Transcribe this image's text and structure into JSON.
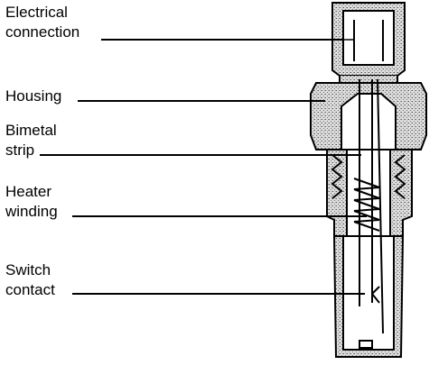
{
  "labels": {
    "electrical_connection": [
      "Electrical",
      "connection"
    ],
    "housing": [
      "Housing"
    ],
    "bimetal_strip": [
      "Bimetal",
      "strip"
    ],
    "heater_winding": [
      "Heater",
      "winding"
    ],
    "switch_contact": [
      "Switch",
      "contact"
    ]
  },
  "colors": {
    "line": "#000000",
    "housing_fill": "#d4d4d4",
    "background": "#ffffff"
  }
}
